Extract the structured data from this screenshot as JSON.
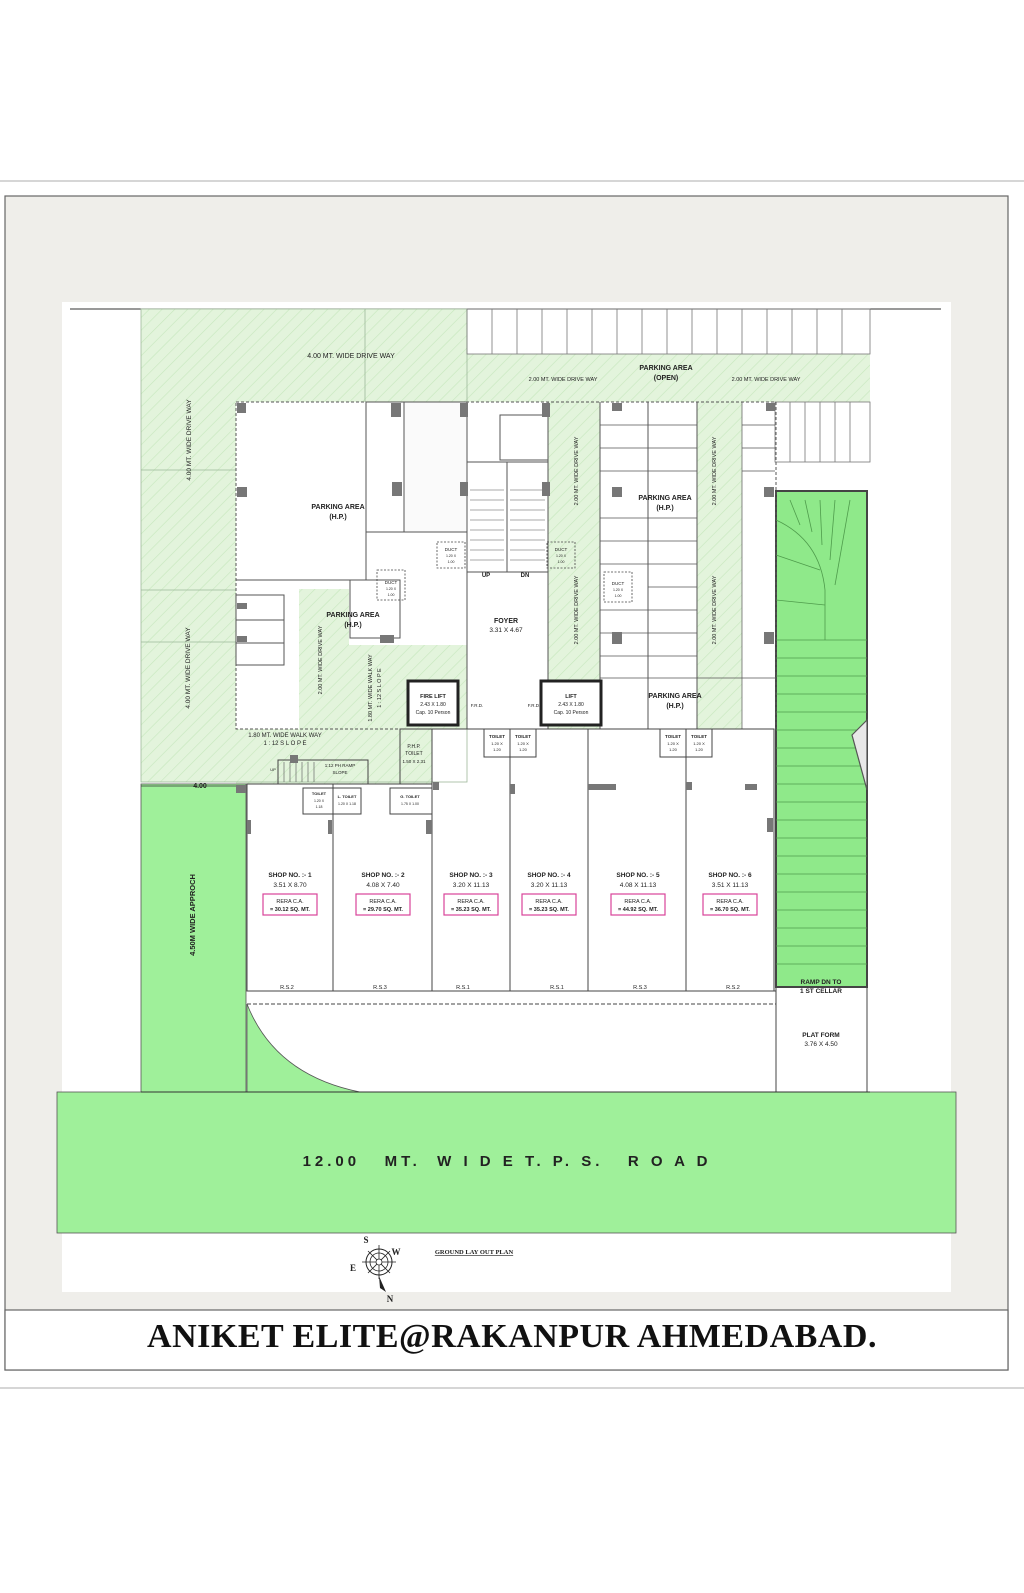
{
  "plan_title": "GROUND LAY OUT PLAN",
  "project_title": "ANIKET ELITE@RAKANPUR AHMEDABAD.",
  "road_label": "12.00   MT.  W I D E T. P. S.   R O A D",
  "approach_label": "4.50M WIDE APPROCH",
  "dimension_400": "4.00",
  "drive_way_top": "4.00 MT. WIDE DRIVE WAY",
  "drive_way_left_1": "4.00 MT. WIDE DRIVE WAY",
  "drive_way_left_2": "4.00 MT. WIDE DRIVE WAY",
  "drive_way_200_a": "2.00 MT. WIDE DRIVE WAY",
  "drive_way_200_b": "2.00 MT. WIDE DRIVE WAY",
  "drive_way_200_c": "2.00 MT. WIDE DRIVE WAY",
  "drive_way_200_d": "2.00 MT. WIDE DRIVE WAY",
  "drive_way_200_e": "2.00 MT. WIDE DRIVE WAY",
  "drive_way_200_f": "2.00 MT. WIDE DRIVE WAY",
  "drive_way_200_g": "2.00 MT. WIDE DRIVE WAY",
  "walk_way_180_v": "1.80 MT. WIDE WALK WAY",
  "slope_v": "1 : 12 S L O P E",
  "walk_way_180_h": "1.80 MT. WIDE WALK WAY",
  "slope_h": "1 : 12 S L O P E",
  "ramp_slope_a": "1:12 PH RAMP",
  "ramp_slope_b": "SLOPE",
  "up_small": "UP",
  "parking_open_1": "PARKING AREA",
  "parking_open_2": "(OPEN)",
  "parking_hp": "PARKING AREA",
  "hp": "(H.P.)",
  "foyer": "FOYER",
  "foyer_dim": "3.31 X 4.67",
  "up": "UP",
  "dn": "DN",
  "duct": "DUCT",
  "duct_dim_a": "1.20 X",
  "duct_dim_b": "1.00",
  "fire_lift": "FIRE LIFT",
  "lift": "LIFT",
  "lift_dim": "2.43 X 1.80",
  "lift_cap": "Cap. 10 Person",
  "frd": "F.R.D.",
  "toilet": "TOILET",
  "toilet_dim_a": "1.20 X",
  "toilet_dim_b": "1.20",
  "php_toilet_a": "P.H.P.",
  "php_toilet_b": "TOILET",
  "php_toilet_dim": "1.50 X 2.31",
  "l_toilet": "L. TOILET",
  "l_toilet_dim": "1.20 X 1.18",
  "g_toilet": "G. TOILET",
  "g_toilet_dim": "1.75 X 1.00",
  "toilet_s_dim_a": "1.20 X",
  "toilet_s_dim_b": "1.18",
  "shops": [
    {
      "name": "SHOP NO. :- 1",
      "dim": "3.51 X 8.70",
      "rera": "RERA C.A.",
      "area": "= 30.12 SQ. MT.",
      "rs": "R.S.2"
    },
    {
      "name": "SHOP NO. :- 2",
      "dim": "4.08 X 7.40",
      "rera": "RERA C.A.",
      "area": "= 29.70 SQ. MT.",
      "rs": "R.S.3"
    },
    {
      "name": "SHOP NO. :- 3",
      "dim": "3.20 X 11.13",
      "rera": "RERA C.A.",
      "area": "= 35.23 SQ. MT.",
      "rs": "R.S.1"
    },
    {
      "name": "SHOP NO. :- 4",
      "dim": "3.20 X 11.13",
      "rera": "RERA C.A.",
      "area": "= 35.23 SQ. MT.",
      "rs": "R.S.1"
    },
    {
      "name": "SHOP NO. :- 5",
      "dim": "4.08 X 11.13",
      "rera": "RERA C.A.",
      "area": "= 44.92 SQ. MT.",
      "rs": "R.S.3"
    },
    {
      "name": "SHOP NO. :- 6",
      "dim": "3.51 X 11.13",
      "rera": "RERA C.A.",
      "area": "= 36.70 SQ. MT.",
      "rs": "R.S.2"
    }
  ],
  "ramp_dn_1": "RAMP DN TO",
  "ramp_dn_2": "1 ST CELLAR",
  "platform_1": "PLAT FORM",
  "platform_2": "3.76 X 4.50",
  "compass": {
    "s": "S",
    "w": "W",
    "e": "E",
    "n": "N"
  },
  "colors": {
    "green_hatch": "#dff3d8",
    "green_solid": "#9ff09a",
    "ramp_green": "#8fe98a",
    "frame_bg": "#efeeea",
    "rera_box": "#d8449a"
  }
}
